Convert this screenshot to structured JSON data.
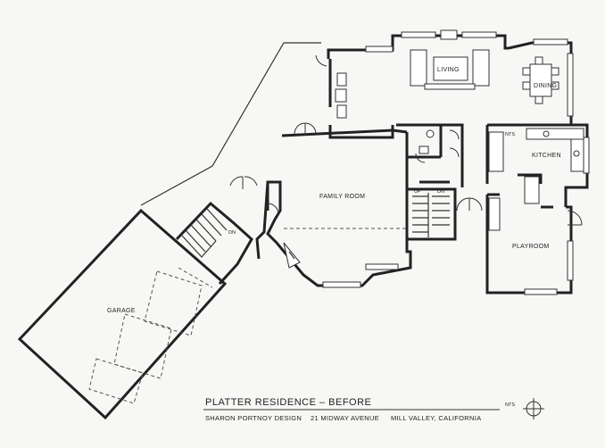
{
  "rooms": {
    "living": "LIVING",
    "dining": "DINING",
    "kitchen": "KITCHEN",
    "family_room": "FAMILY ROOM",
    "playroom": "PLAYROOM",
    "garage": "GARAGE"
  },
  "stair_labels": {
    "up": "UP",
    "dn_main": "DN",
    "dn_garage": "DN"
  },
  "title_block": {
    "title": "PLATTER RESIDENCE – BEFORE",
    "designer": "SHARON PORTNOY DESIGN",
    "address": "21 MIDWAY AVENUE",
    "city": "MILL VALLEY, CALIFORNIA",
    "scale_note": "NTS"
  }
}
